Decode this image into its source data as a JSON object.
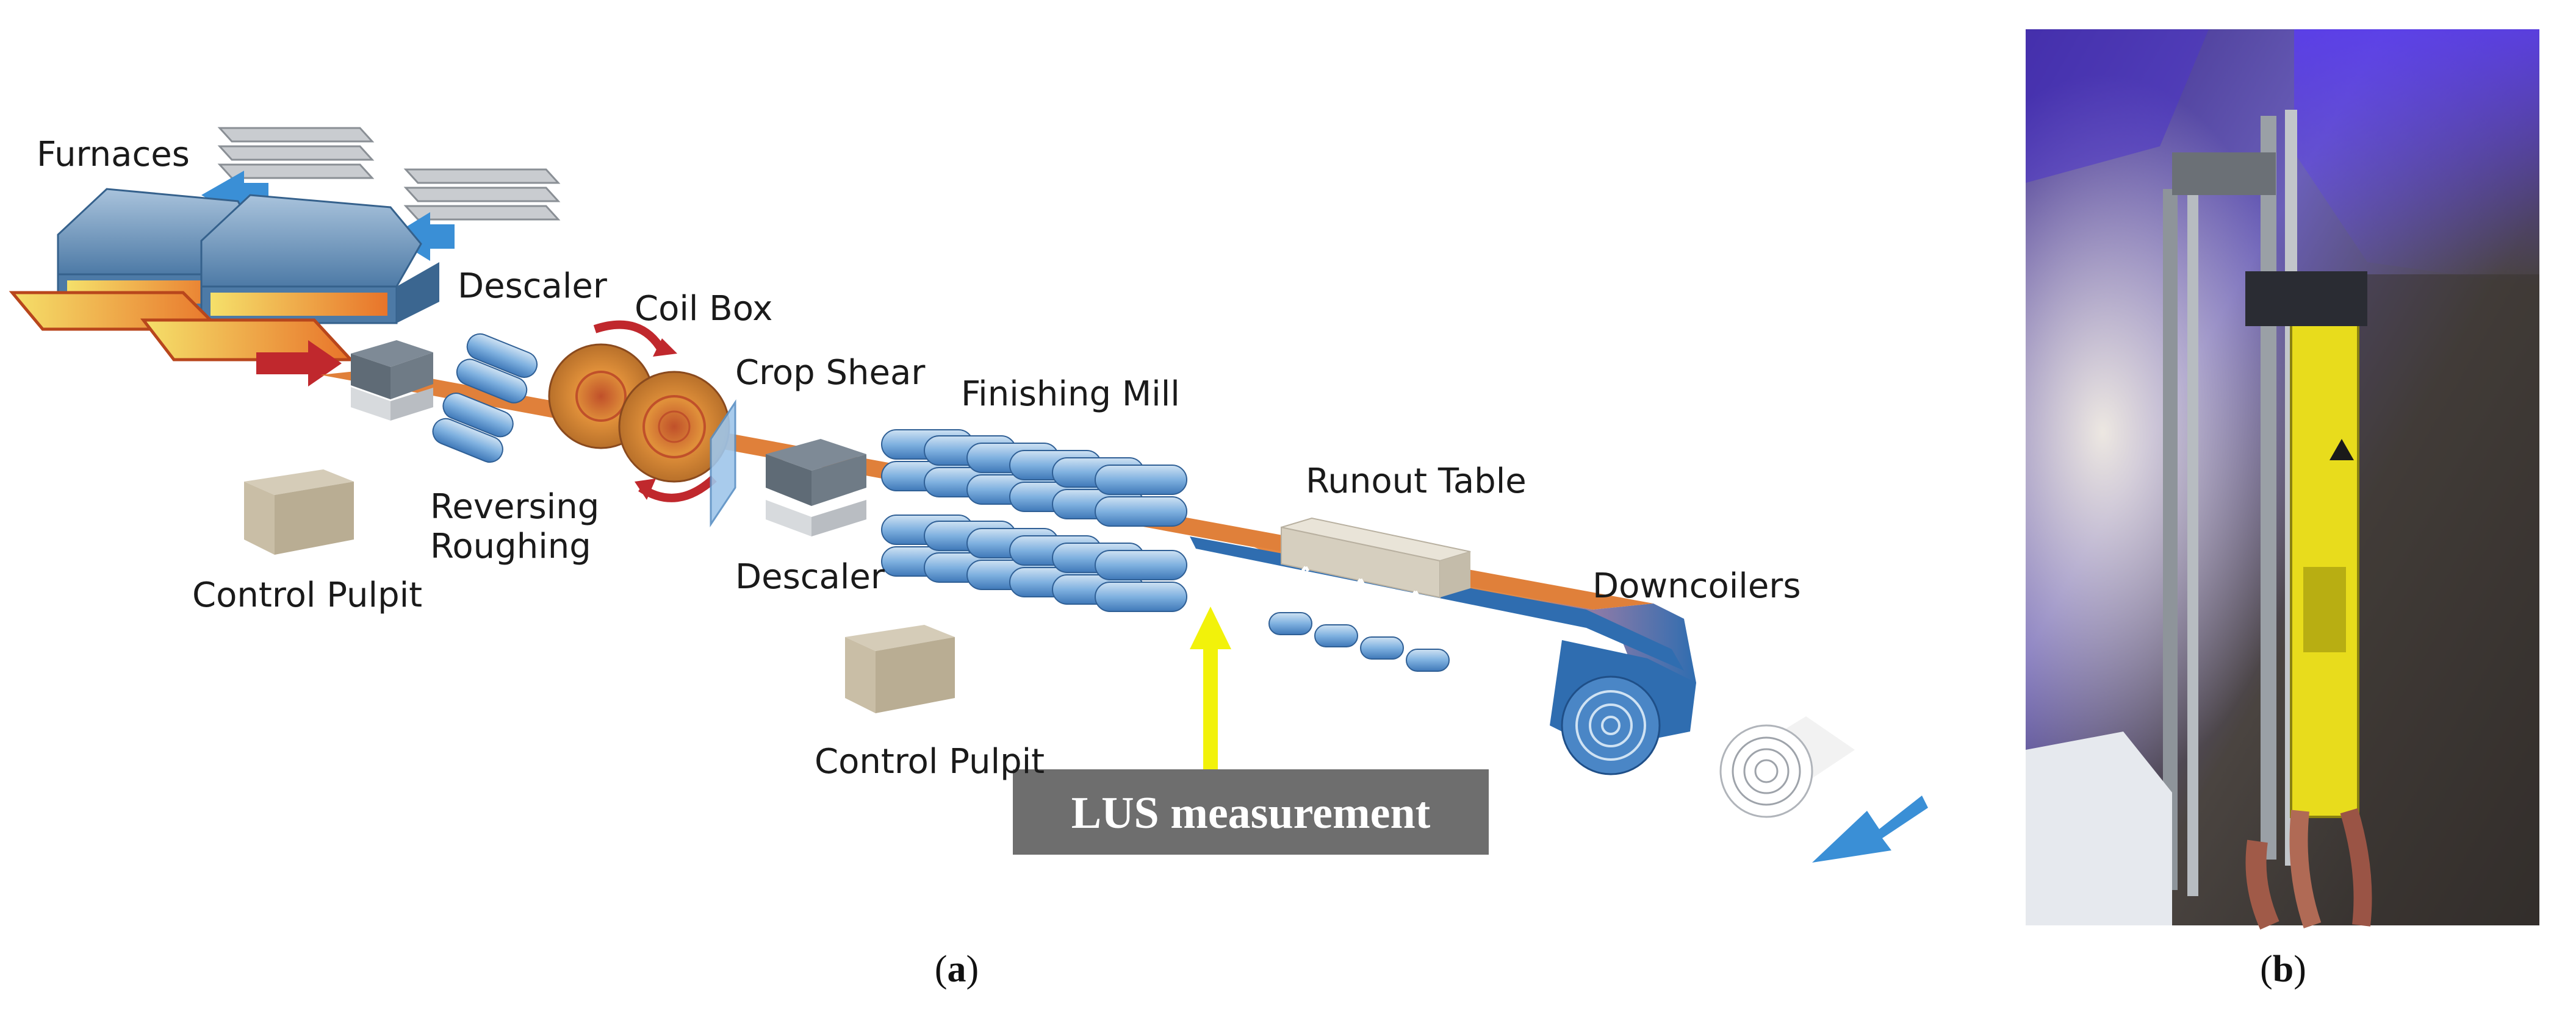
{
  "panel_a": {
    "labels": {
      "furnaces": "Furnaces",
      "descaler_1": "Descaler",
      "coil_box": "Coil Box",
      "crop_shear": "Crop Shear",
      "finishing_mill": "Finishing Mill",
      "runout_table": "Runout Table",
      "downcoilers": "Downcoilers",
      "reversing": "Reversing",
      "roughing": "Roughing",
      "control_pulpit_1": "Control Pulpit",
      "descaler_2": "Descaler",
      "control_pulpit_2": "Control Pulpit"
    },
    "measurement_label": "LUS measurement",
    "caption_open": "(",
    "caption_letter": "a",
    "caption_close": ")"
  },
  "panel_b": {
    "caption_open": "(",
    "caption_letter": "b",
    "caption_close": ")"
  },
  "colors": {
    "strip": "#e0803a",
    "strip_cool": "#2f6db0",
    "roller": "#6fa8dc",
    "arrow_blue": "#3a8fd6",
    "arrow_red": "#c0282d",
    "measurement_arrow": "#f2f20a",
    "measurement_box": "#6e6e6e"
  }
}
